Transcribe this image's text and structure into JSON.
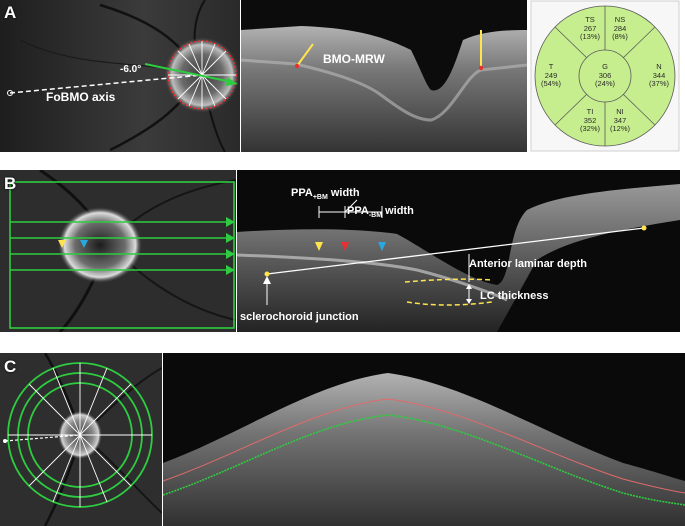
{
  "panels": [
    {
      "letter": "A"
    },
    {
      "letter": "B"
    },
    {
      "letter": "C"
    }
  ],
  "panelA": {
    "angle_label": "-6.0°",
    "axis_label": "FoBMO axis",
    "oct_label": "BMO-MRW",
    "sectors": [
      {
        "name": "TS",
        "value": "267",
        "pct": "(13%)"
      },
      {
        "name": "NS",
        "value": "284",
        "pct": "(8%)"
      },
      {
        "name": "T",
        "value": "249",
        "pct": "(54%)"
      },
      {
        "name": "G",
        "value": "306",
        "pct": "(24%)"
      },
      {
        "name": "N",
        "value": "344",
        "pct": "(37%)"
      },
      {
        "name": "TI",
        "value": "352",
        "pct": "(32%)"
      },
      {
        "name": "NI",
        "value": "347",
        "pct": "(12%)"
      }
    ],
    "chart_color": "#c6ee8e"
  },
  "panelB": {
    "ppa_bm_width_main": "PPA",
    "ppa_bm_width_sub": "+BM",
    "ppa_bm_width_tail": " width",
    "ppa_minus_main": "PPA",
    "ppa_minus_sub": "-BM",
    "ppa_minus_tail": " width",
    "anterior_laminar_depth": "Anterior laminar depth",
    "lc_thickness": "LC thickness",
    "sclerochoroid_junction": "sclerochoroid junction"
  },
  "colors": {
    "green": "#2ecc40",
    "yellow": "#ffe44d",
    "red": "#e83030",
    "cyan": "#2aa9e0"
  }
}
